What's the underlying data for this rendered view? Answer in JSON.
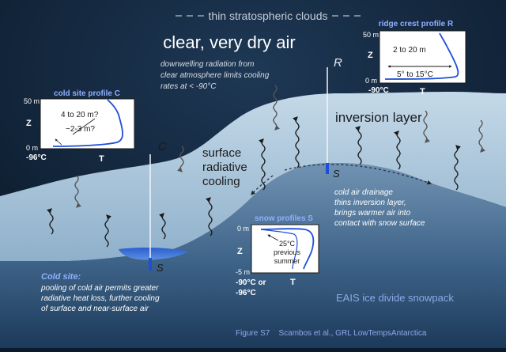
{
  "header": {
    "clouds": "thin stratospheric clouds",
    "clear_air": "clear, very dry air",
    "downwelling": [
      "downwelling radiation from",
      "clear atmosphere limits cooling",
      "rates at < -90°C"
    ]
  },
  "labels": {
    "inversion_layer": "inversion layer",
    "surface_cooling": [
      "surface",
      "radiative",
      "cooling"
    ],
    "marker_c": "C",
    "marker_r": "R",
    "marker_s": "S",
    "drainage": [
      "cold air drainage",
      "thins inversion layer,",
      "brings warmer air into",
      "contact with snow surface"
    ],
    "cold_site_title": "Cold site:",
    "cold_site_text": [
      "pooling of cold air permits greater",
      "radiative heat loss, further cooling",
      "of surface and near-surface air"
    ],
    "snowpack": "EAIS ice divide snowpack",
    "footer": "Figure S7    Scambos et al., GRL LowTempsAntarctica"
  },
  "profile_c": {
    "title": "cold site profile C",
    "top": "50 m",
    "bottom": "0 m",
    "axis_z": "Z",
    "axis_t": "T",
    "temp": "-96°C",
    "note1": "4 to 20 m?",
    "note2": "~2-3 m?"
  },
  "profile_r": {
    "title": "ridge crest profile R",
    "top": "50 m",
    "bottom": "0 m",
    "axis_z": "Z",
    "axis_t": "T",
    "temp": "-90°C",
    "note1": "2 to 20 m",
    "note2": "5° to 15°C"
  },
  "profile_s": {
    "title": "snow profiles S",
    "top": "0 m",
    "bottom": "-5 m",
    "axis_z": "Z",
    "axis_t": "T",
    "temp1": "-90°C or",
    "temp2": "-96°C",
    "note": [
      "25°C",
      "previous",
      "summer"
    ]
  },
  "colors": {
    "background": "#0b1a2c",
    "inversion_layer": "#a9c6dc",
    "snowpack": "#4a6f93",
    "profile_line": "#1f4fd6",
    "title_blue": "#8fb0ff",
    "cold_pool": "#1a4db8"
  }
}
